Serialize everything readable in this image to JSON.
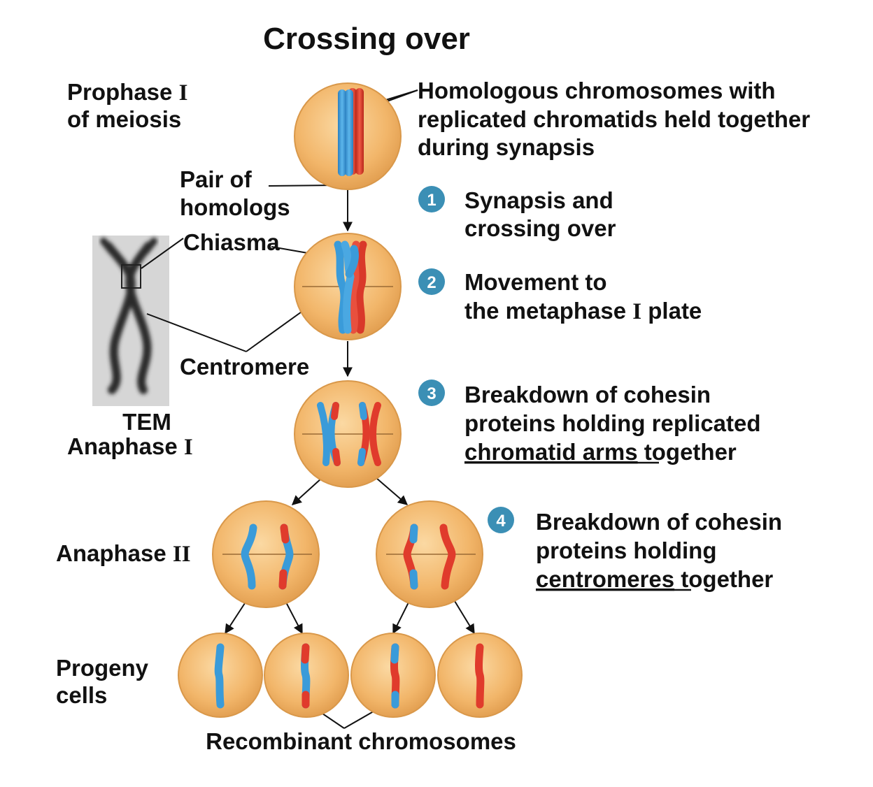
{
  "title": "Crossing over",
  "labels": {
    "prophase_1": "Prophase ",
    "prophase_1_roman": "I",
    "prophase_2": "of meiosis",
    "pair_1": "Pair of",
    "pair_2": "homologs",
    "chiasma": "Chiasma",
    "centromere": "Centromere",
    "tem": "TEM",
    "anaphase1": "Anaphase ",
    "anaphase1_roman": "I",
    "anaphase2": "Anaphase ",
    "anaphase2_roman": "II",
    "progeny_1": "Progeny",
    "progeny_2": "cells",
    "recombinant": "Recombinant chromosomes"
  },
  "homolog_note": [
    "Homologous chromosomes with",
    "replicated chromatids held together",
    "during synapsis"
  ],
  "steps": [
    {
      "num": "1",
      "lines": [
        "Synapsis and",
        "crossing over"
      ]
    },
    {
      "num": "2",
      "line1": "Movement to",
      "line2_a": "the metaphase ",
      "line2_roman": "I",
      "line2_b": " plate"
    },
    {
      "num": "3",
      "line1": "Breakdown of cohesin",
      "line2": "proteins holding replicated",
      "line3_u": "chromatid arms",
      "line3_b": " together"
    },
    {
      "num": "4",
      "line1": "Breakdown of cohesin",
      "line2": "proteins holding",
      "line3_u": "centromeres",
      "line3_b": " together"
    }
  ],
  "colors": {
    "cell": "#f2b66a",
    "cell_edge": "#d9984a",
    "blue": "#3a9bd9",
    "red": "#e03b2c",
    "badge": "#3b8fb5"
  }
}
